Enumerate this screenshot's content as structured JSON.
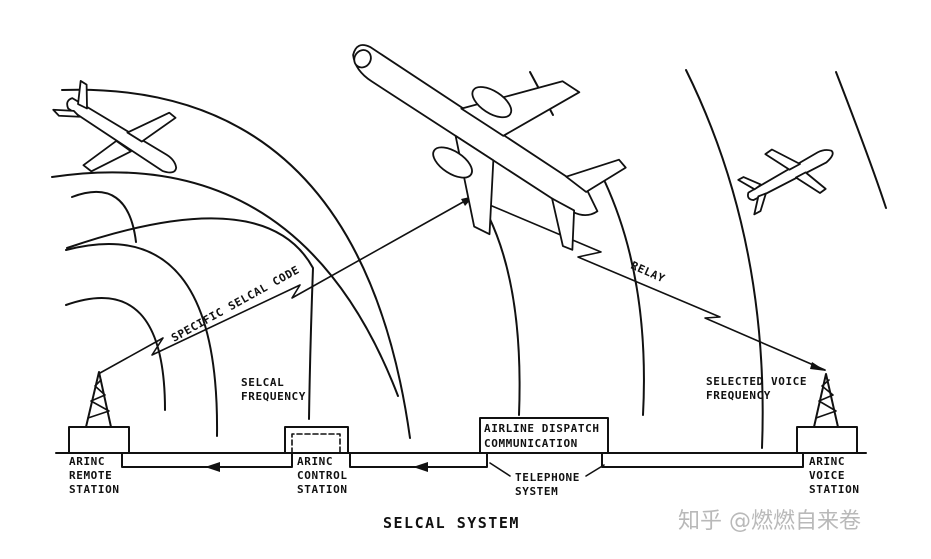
{
  "title": "SELCAL SYSTEM",
  "watermark": "知乎 @燃燃自来卷",
  "labels": {
    "specific_selcal_code": "SPECIFIC SELCAL CODE",
    "relay": "RELAY",
    "selcal_frequency": [
      "SELCAL",
      "FREQUENCY"
    ],
    "selected_voice_frequency": [
      "SELECTED VOICE",
      "FREQUENCY"
    ],
    "airline_dispatch": [
      "AIRLINE DISPATCH",
      "COMMUNICATION"
    ],
    "telephone_system": [
      "TELEPHONE",
      "SYSTEM"
    ]
  },
  "stations": {
    "remote": [
      "ARINC",
      "REMOTE",
      "STATION"
    ],
    "control": [
      "ARINC",
      "CONTROL",
      "STATION"
    ],
    "voice": [
      "ARINC",
      "VOICE",
      "STATION"
    ]
  },
  "icons": {
    "tower": "radio-tower-icon",
    "aircraft": "airplane-icon"
  },
  "colors": {
    "ink": "#111111",
    "background": "#ffffff",
    "watermark": "#b9b9b9"
  }
}
